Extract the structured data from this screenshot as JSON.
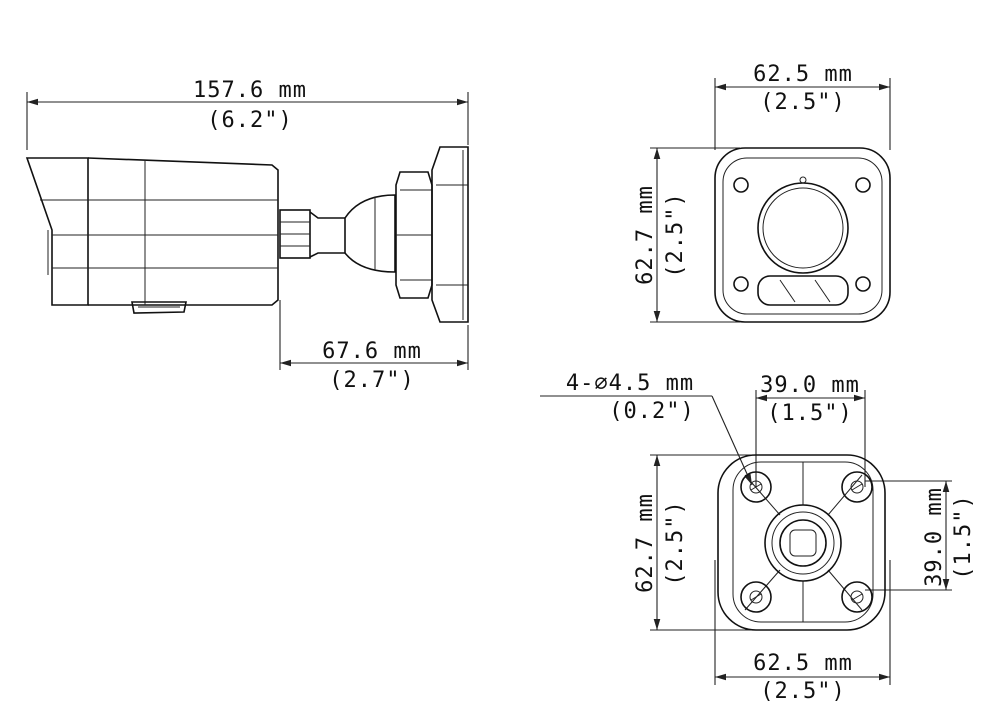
{
  "side_view": {
    "overall_length": {
      "mm": "157.6 mm",
      "inch": "(6.2\")"
    },
    "bracket_depth": {
      "mm": "67.6 mm",
      "inch": "(2.7\")"
    }
  },
  "front_view": {
    "width": {
      "mm": "62.5 mm",
      "inch": "(2.5\")"
    },
    "height": {
      "mm": "62.7 mm",
      "inch": "(2.5\")"
    }
  },
  "base_view": {
    "hole_spec": {
      "mm": "4-∅4.5 mm",
      "inch": "(0.2\")"
    },
    "hole_spacing_x": {
      "mm": "39.0 mm",
      "inch": "(1.5\")"
    },
    "hole_spacing_y": {
      "mm": "39.0 mm",
      "inch": "(1.5\")"
    },
    "height": {
      "mm": "62.7 mm",
      "inch": "(2.5\")"
    },
    "width": {
      "mm": "62.5 mm",
      "inch": "(2.5\")"
    }
  }
}
